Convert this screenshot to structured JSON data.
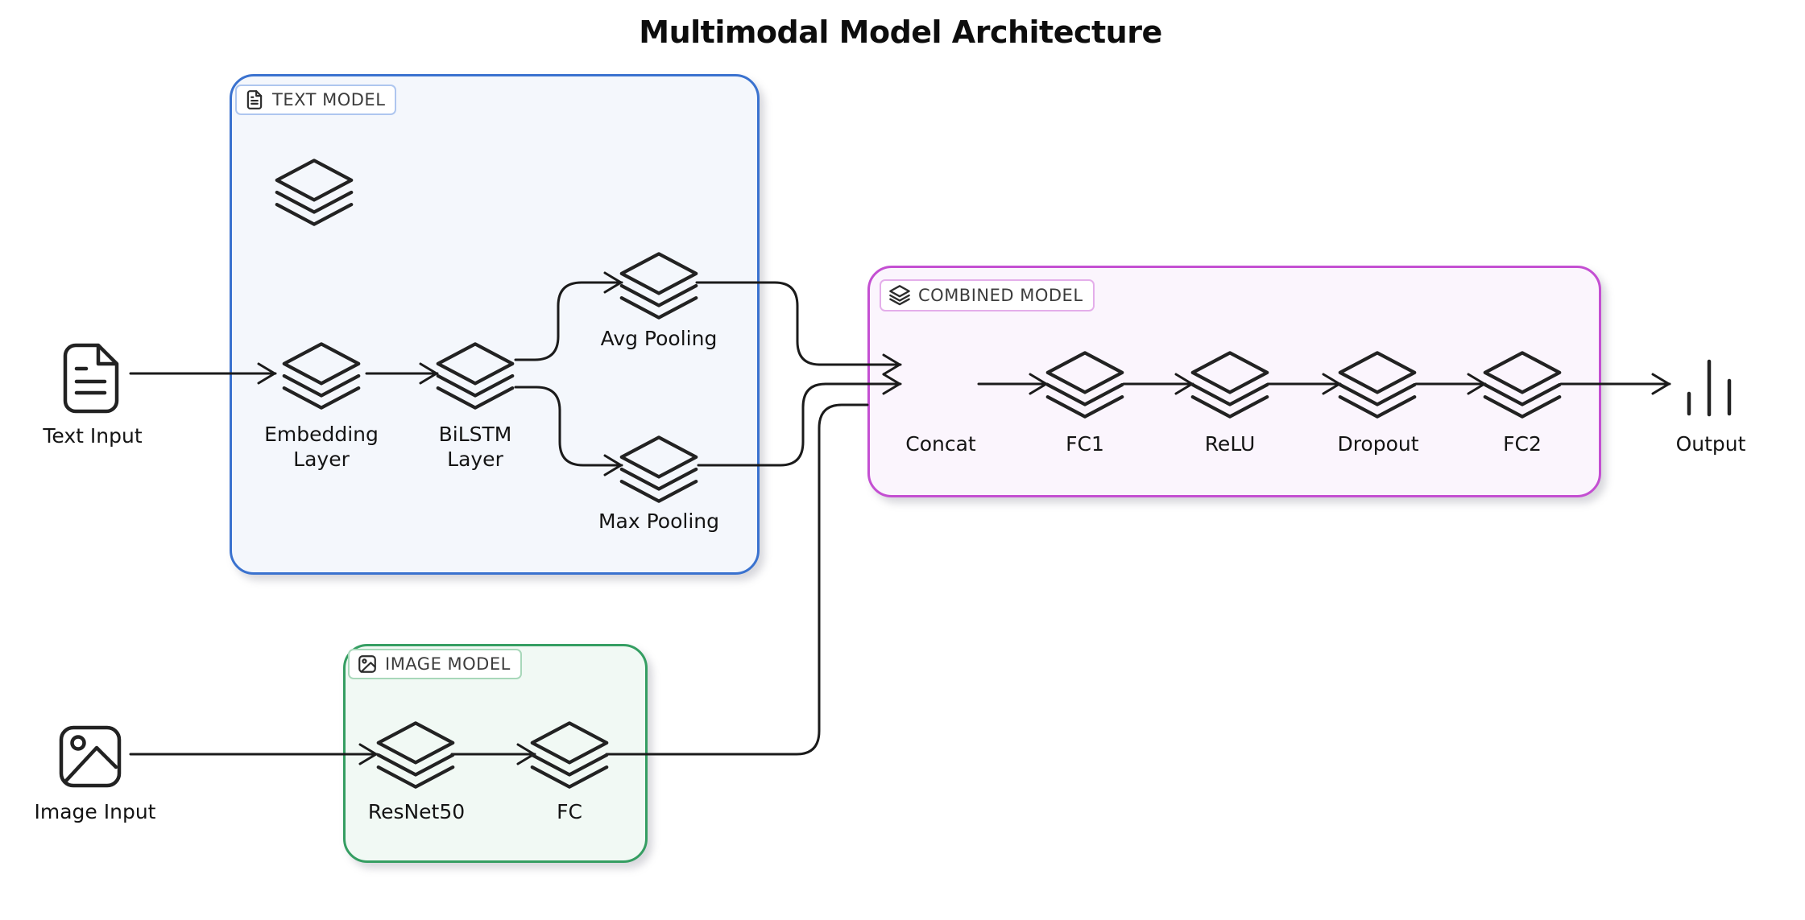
{
  "title": "Multimodal Model Architecture",
  "groups": {
    "text_model": {
      "label": "TEXT MODEL",
      "icon": "file-text-icon",
      "border_color": "#3a72cf",
      "fill_color": "#f4f7fc",
      "badge_border_color": "#aec6ef"
    },
    "image_model": {
      "label": "IMAGE MODEL",
      "icon": "image-icon",
      "border_color": "#359e62",
      "fill_color": "#f1f9f4",
      "badge_border_color": "#a8d8ba"
    },
    "combined_model": {
      "label": "COMBINED MODEL",
      "icon": "layers-icon",
      "border_color": "#c44fd2",
      "fill_color": "#fbf5fd",
      "badge_border_color": "#e4aeea"
    }
  },
  "nodes": {
    "text_input": {
      "label": "Text Input",
      "icon": "file-text-icon"
    },
    "image_input": {
      "label": "Image Input",
      "icon": "image-icon"
    },
    "embedding": {
      "label_line1": "Embedding",
      "label_line2": "Layer",
      "icon": "layers-icon"
    },
    "bilstm": {
      "label_line1": "BiLSTM",
      "label_line2": "Layer",
      "icon": "layers-icon"
    },
    "avg_pooling": {
      "label": "Avg Pooling",
      "icon": "layers-icon"
    },
    "max_pooling": {
      "label": "Max Pooling",
      "icon": "layers-icon"
    },
    "concat": {
      "label": "Concat",
      "icon": "merge-arrows-icon"
    },
    "fc1": {
      "label": "FC1",
      "icon": "layers-icon"
    },
    "relu": {
      "label": "ReLU",
      "icon": "layers-icon"
    },
    "dropout": {
      "label": "Dropout",
      "icon": "layers-icon"
    },
    "fc2": {
      "label": "FC2",
      "icon": "layers-icon"
    },
    "resnet50": {
      "label": "ResNet50",
      "icon": "layers-icon"
    },
    "fc": {
      "label": "FC",
      "icon": "layers-icon"
    },
    "output": {
      "label": "Output",
      "icon": "bar-chart-icon"
    },
    "decorative_layers": {
      "icon": "layers-icon"
    }
  },
  "colors": {
    "background": "#ffffff",
    "line": "#1b1b1b",
    "label_text": "#141414",
    "badge_text": "#3c3c3c"
  }
}
